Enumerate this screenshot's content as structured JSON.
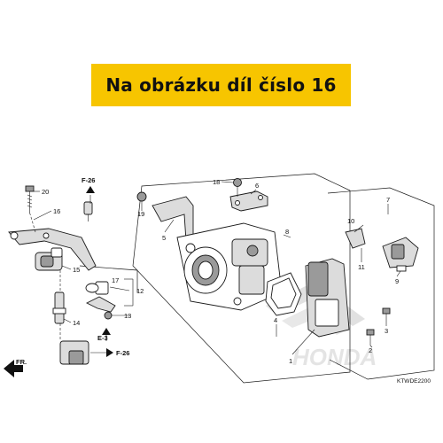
{
  "banner": {
    "text": "Na obrázku díl číslo 16",
    "color": "#f7c500"
  },
  "diagram_code": "KTWDE2200",
  "direction_label": "FR.",
  "refs": {
    "f26_top": "F-26",
    "f26_bottom": "F-26",
    "e3": "E-3"
  },
  "callouts": {
    "c1": "1",
    "c2": "2",
    "c3": "3",
    "c4": "4",
    "c5": "5",
    "c6": "6",
    "c7": "7",
    "c8": "8",
    "c9": "9",
    "c10": "10",
    "c11": "11",
    "c12": "12",
    "c13": "13",
    "c14": "14",
    "c15": "15",
    "c16": "16",
    "c17": "17",
    "c18": "18",
    "c19": "19",
    "c20": "20"
  },
  "watermark": {
    "text": "HONDA",
    "icon": "honda-wing-logo"
  }
}
